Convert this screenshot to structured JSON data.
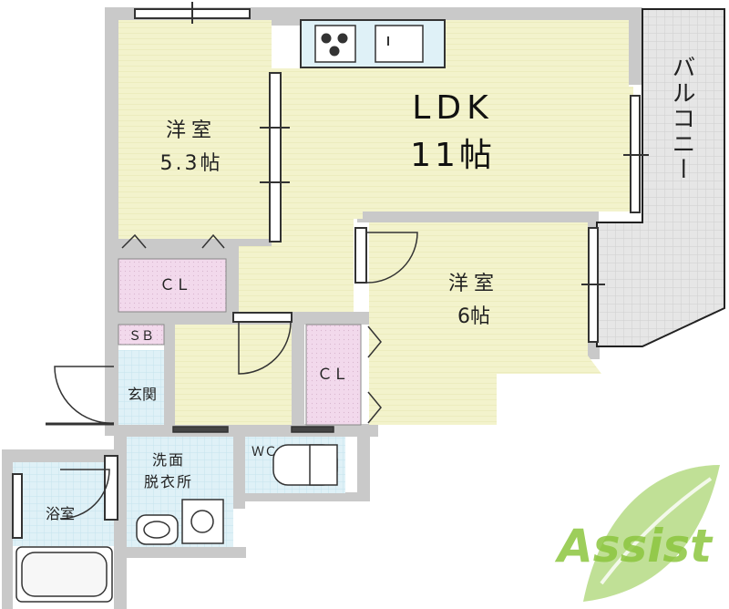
{
  "rooms": {
    "ldk": {
      "name": "LDK",
      "size": "11帖"
    },
    "western_room_1": {
      "name": "洋室",
      "size": "5.3帖"
    },
    "western_room_2": {
      "name": "洋室",
      "size": "6帖"
    },
    "balcony": {
      "name": "バルコニー"
    },
    "closet_1": {
      "name": "ＣＬ"
    },
    "closet_2": {
      "name": "ＣＬ"
    },
    "shoe_box": {
      "name": "ＳＢ"
    },
    "entrance": {
      "name": "玄関"
    },
    "washroom": {
      "name_line1": "洗面",
      "name_line2": "脱衣所"
    },
    "toilet": {
      "name": "ＷＣ"
    },
    "bathroom": {
      "name": "浴室"
    }
  },
  "logo": {
    "text": "Assist",
    "colors": {
      "green": "#8cc63f",
      "grey": "#9e9e9e"
    }
  },
  "colors": {
    "wall": "#c9c9c9",
    "room_yellow": "#f3f3cc",
    "room_blue": "#dff1f7",
    "room_pink": "#f2d9ec",
    "balcony": "#e3e3e3"
  }
}
